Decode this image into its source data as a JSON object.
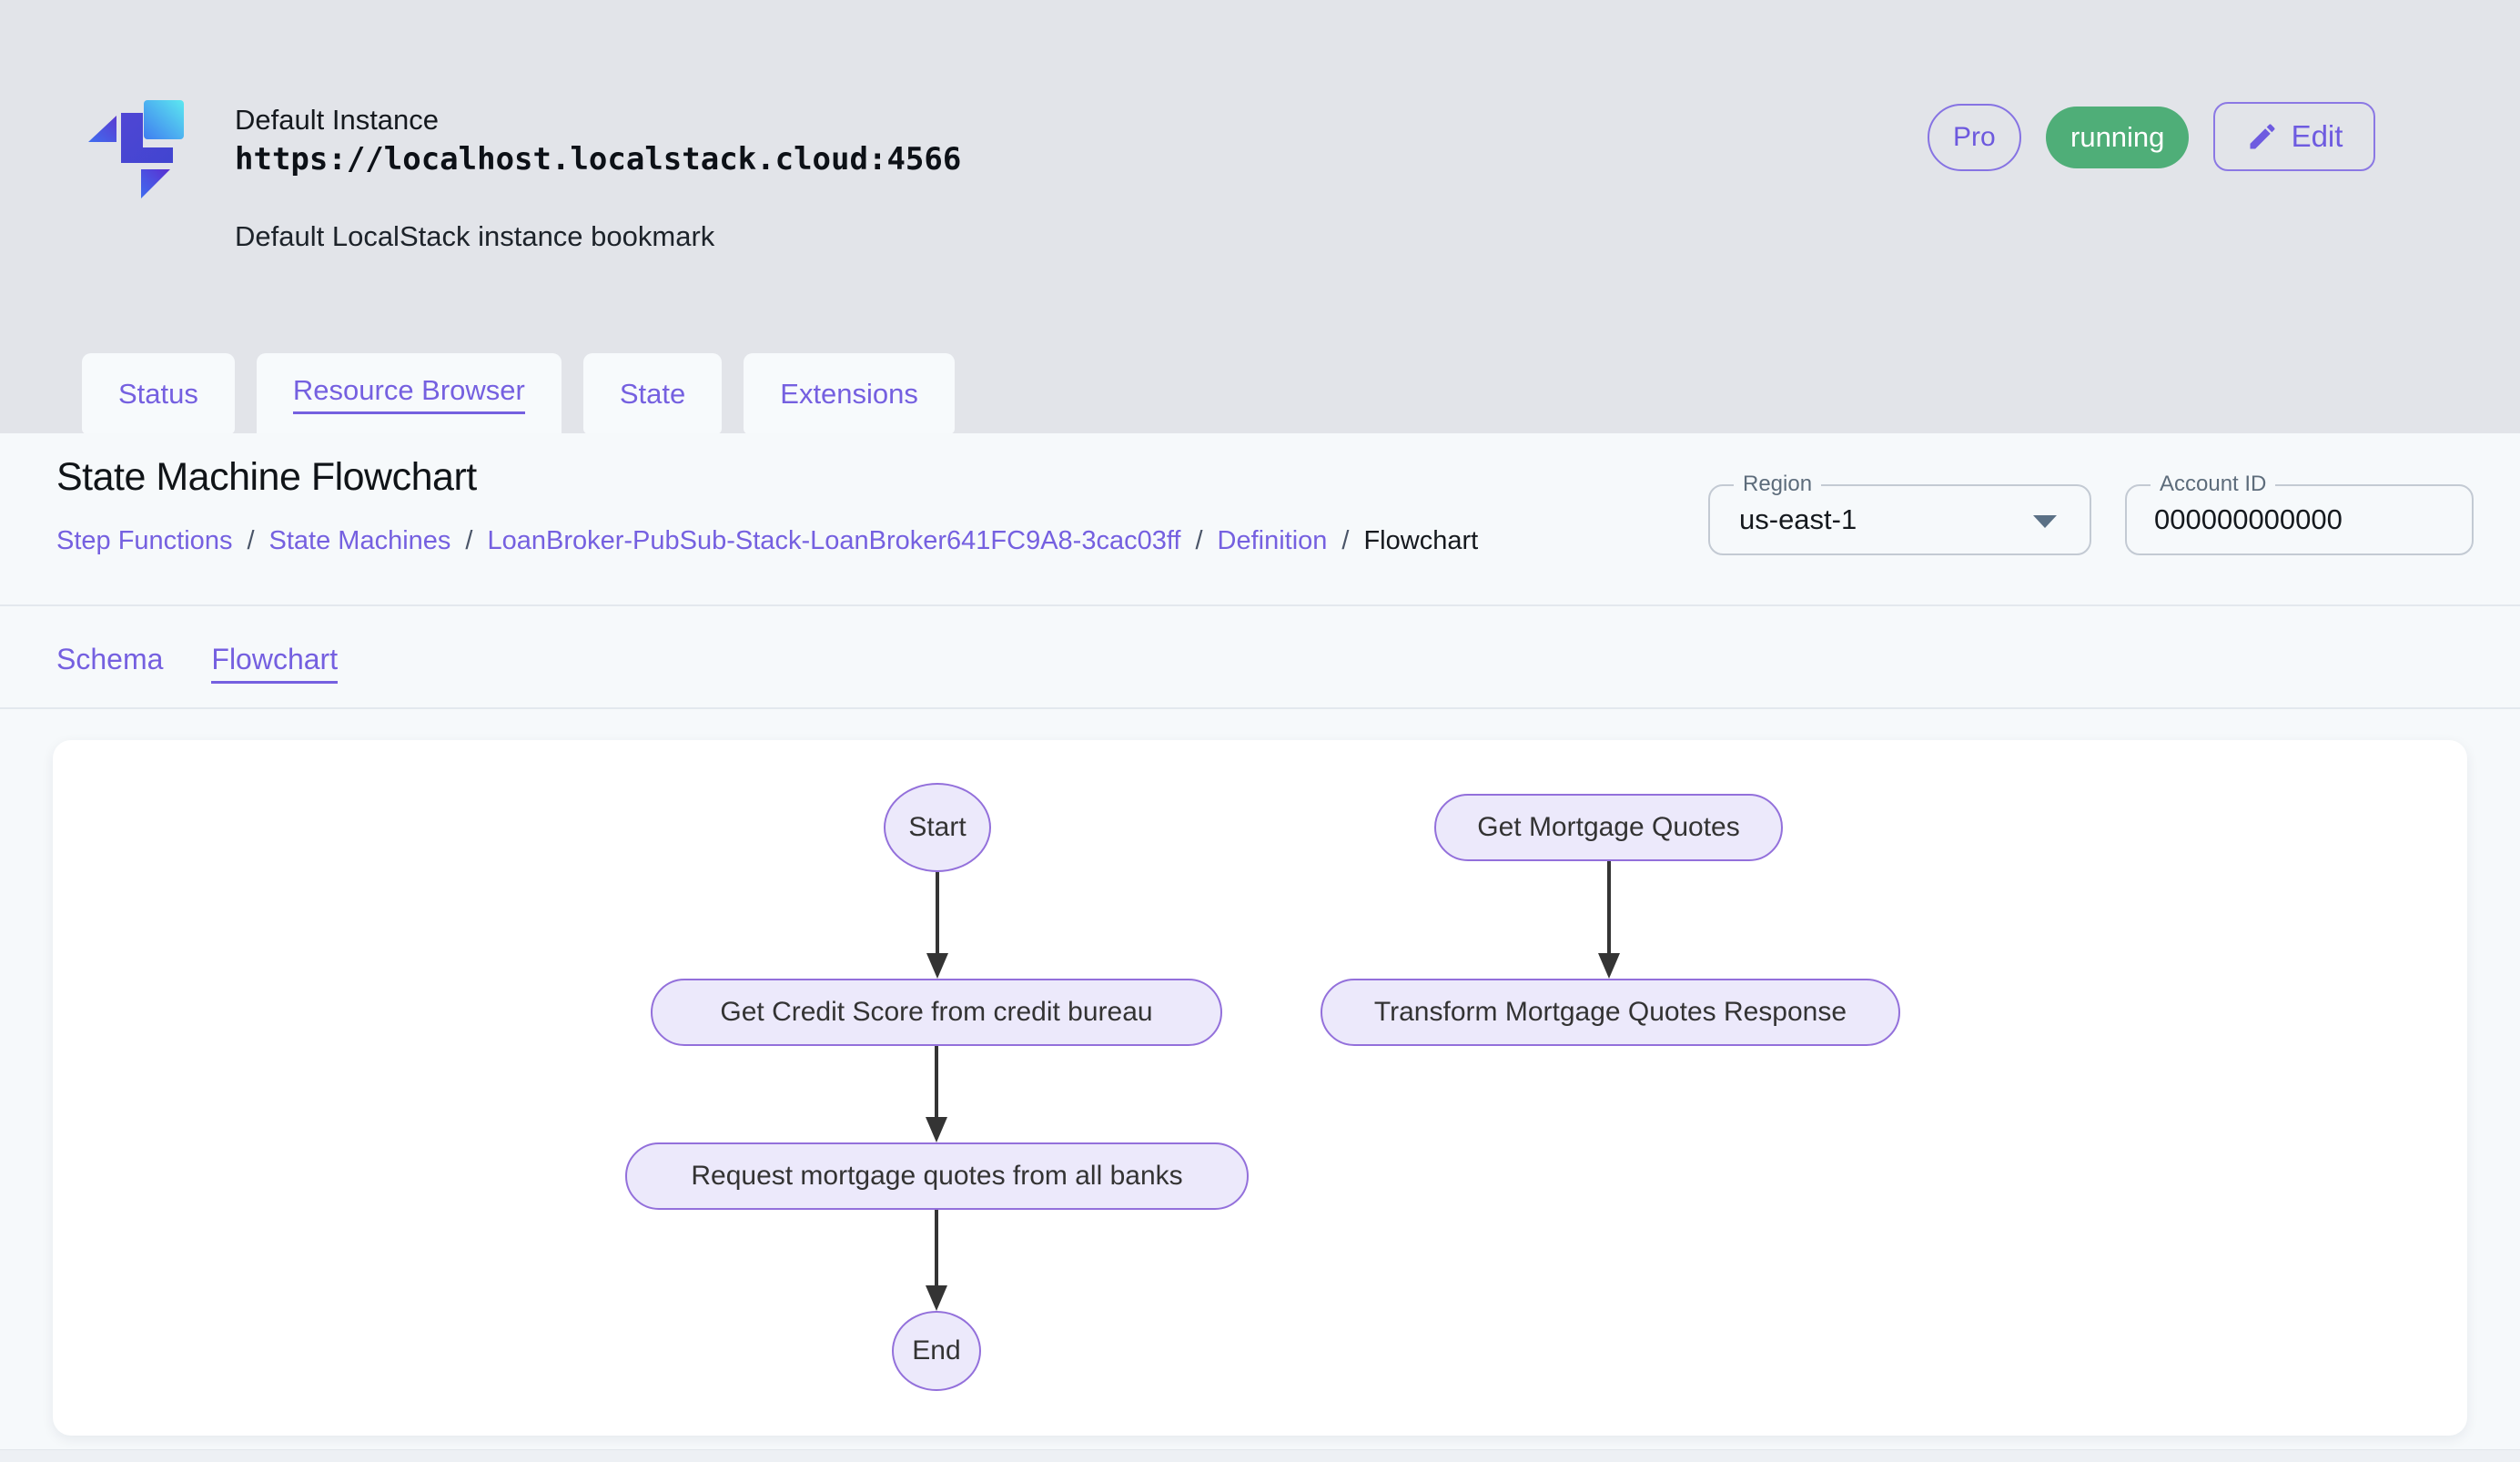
{
  "header": {
    "instance_name": "Default Instance",
    "instance_url": "https://localhost.localstack.cloud:4566",
    "instance_description": "Default LocalStack instance bookmark",
    "pro_badge": "Pro",
    "status_badge": "running",
    "edit_button": "Edit"
  },
  "tabs": {
    "items": [
      {
        "label": "Status",
        "active": false
      },
      {
        "label": "Resource Browser",
        "active": true
      },
      {
        "label": "State",
        "active": false
      },
      {
        "label": "Extensions",
        "active": false
      }
    ]
  },
  "content": {
    "title": "State Machine Flowchart",
    "breadcrumb": {
      "separator": "/",
      "items": [
        {
          "label": "Step Functions",
          "link": true
        },
        {
          "label": "State Machines",
          "link": true
        },
        {
          "label": "LoanBroker-PubSub-Stack-LoanBroker641FC9A8-3cac03ff",
          "link": true
        },
        {
          "label": "Definition",
          "link": true
        },
        {
          "label": "Flowchart",
          "link": false
        }
      ]
    },
    "region_field": {
      "label": "Region",
      "value": "us-east-1"
    },
    "account_field": {
      "label": "Account ID",
      "value": "000000000000"
    },
    "subtabs": [
      {
        "label": "Schema",
        "active": false
      },
      {
        "label": "Flowchart",
        "active": true
      }
    ]
  },
  "flowchart": {
    "nodes": [
      {
        "id": "start",
        "label": "Start",
        "shape": "ellipse"
      },
      {
        "id": "get-credit-score",
        "label": "Get Credit Score from credit bureau",
        "shape": "stadium"
      },
      {
        "id": "request-quotes",
        "label": "Request mortgage quotes from all banks",
        "shape": "stadium"
      },
      {
        "id": "end",
        "label": "End",
        "shape": "ellipse"
      },
      {
        "id": "get-mortgage-quotes",
        "label": "Get Mortgage Quotes",
        "shape": "stadium"
      },
      {
        "id": "transform-response",
        "label": "Transform Mortgage Quotes Response",
        "shape": "stadium"
      }
    ],
    "edges": [
      {
        "from": "Start",
        "to": "Get Credit Score from credit bureau"
      },
      {
        "from": "Get Credit Score from credit bureau",
        "to": "Request mortgage quotes from all banks"
      },
      {
        "from": "Request mortgage quotes from all banks",
        "to": "End"
      },
      {
        "from": "Get Mortgage Quotes",
        "to": "Transform Mortgage Quotes Response"
      }
    ]
  },
  "colors": {
    "accent": "#7560E0",
    "running_bg": "#4FAE78",
    "node_fill": "#ECE9FB",
    "node_border": "#9370DB",
    "arrow": "#343434",
    "header_bg": "#E2E4E9",
    "panel_bg": "#F6F9FB"
  }
}
